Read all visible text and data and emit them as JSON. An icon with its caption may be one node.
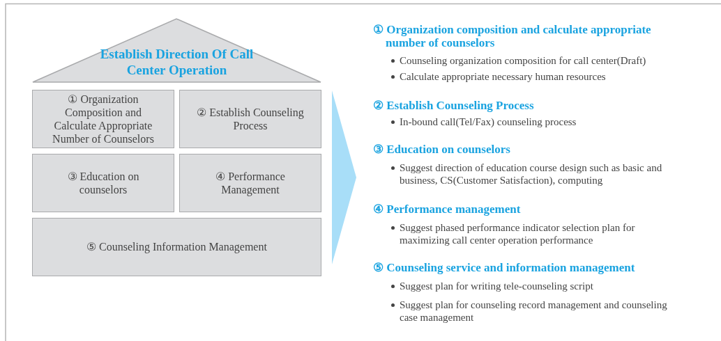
{
  "diagram": {
    "nodes": [
      {
        "text": [
          "Establish Direction Of Call Center Operation"
        ]
      },
      {
        "text": [
          "① Organization Composition and Calculate Appropriate Number of Counselors"
        ]
      },
      {
        "text": [
          "② Establish Counseling Process"
        ]
      },
      {
        "text": [
          "③ Education on counselors"
        ]
      },
      {
        "text": [
          "④ Performance Management"
        ]
      },
      {
        "text": [
          "⑤ Counseling Information Management"
        ]
      }
    ],
    "labels": [
      "① Organization composition and calculate appropriate number of counselors",
      "Counseling organization composition for call center(Draft)",
      "Calculate appropriate necessary human resources",
      "② Establish Counseling Process",
      "In-bound call(Tel/Fax) counseling process",
      "③ Education on counselors",
      "Suggest direction of education course design such as basic and business, CS(Customer Satisfaction), computing",
      "④ Performance management",
      "Suggest phased performance indicator selection plan for maximizing call center operation performance",
      "⑤ Counseling service and information management",
      "Suggest plan for writing tele-counseling script",
      "Suggest plan for counseling record management and counseling case management"
    ]
  }
}
